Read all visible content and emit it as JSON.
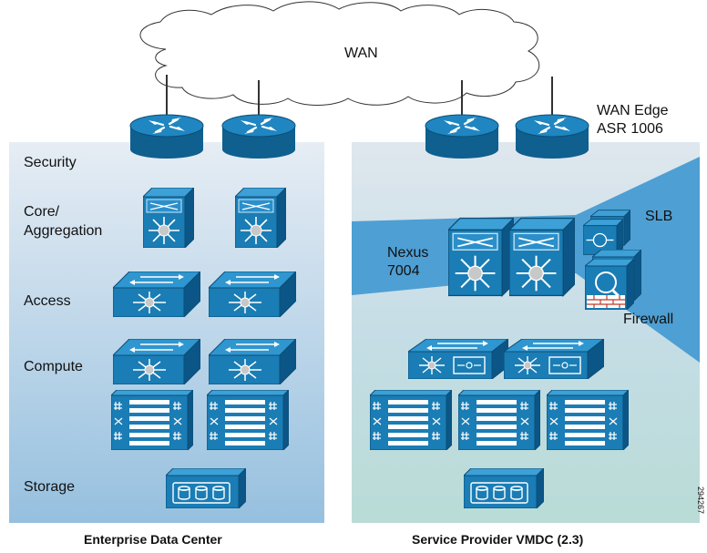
{
  "cloud": {
    "label": "WAN"
  },
  "enterprise": {
    "caption": "Enterprise Data Center",
    "layers": {
      "security": "Security",
      "core": "Core/\nAggregation",
      "access": "Access",
      "compute": "Compute",
      "storage": "Storage"
    }
  },
  "provider": {
    "caption": "Service Provider VMDC (2.3)",
    "wan_edge": "WAN Edge\nASR 1006",
    "nexus": "Nexus\n7004",
    "slb": "SLB",
    "firewall": "Firewall"
  },
  "figure_id": "294267",
  "colors": {
    "device_blue": "#1a7db5",
    "device_dark": "#0d5a86",
    "panel_top": "#e4ecf3",
    "panel_bottom": "#9dc3df",
    "services_wedge": "#4e9fd3",
    "sp_bottom": "#c9e4de"
  }
}
